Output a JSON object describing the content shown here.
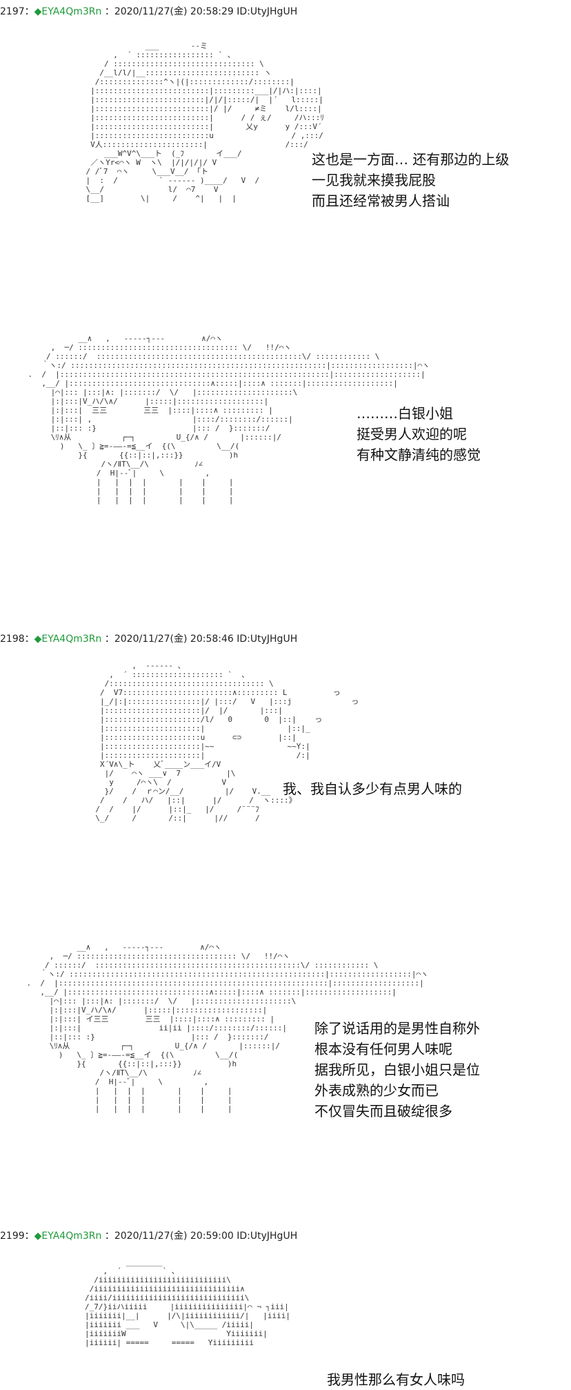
{
  "posts": [
    {
      "number": "2197",
      "separator": "：",
      "diamond": "◆",
      "trip": "EYA4Qm3Rn",
      "datetime": "：2020/11/27(金) 20:58:29",
      "id": "ID:UtyJHgUH"
    },
    {
      "number": "2198",
      "separator": "：",
      "diamond": "◆",
      "trip": "EYA4Qm3Rn",
      "datetime": "：2020/11/27(金) 20:58:46",
      "id": "ID:UtyJHgUH"
    },
    {
      "number": "2199",
      "separator": "：",
      "diamond": "◆",
      "trip": "EYA4Qm3Rn",
      "datetime": "：2020/11/27(金) 20:59:00",
      "id": "ID:UtyJHgUH"
    }
  ],
  "panels": [
    {
      "lines": [
        "这也是一方面… 还有那边的上级",
        "一见我就来摸我屁股",
        "而且还经常被男人搭讪"
      ]
    },
    {
      "lines": [
        "………白银小姐",
        "挺受男人欢迎的呢",
        "有种文静清纯的感觉"
      ]
    },
    {
      "lines": [
        "我、我自认多少有点男人味的"
      ]
    },
    {
      "lines": [
        "除了说话用的是男性自称外",
        "根本没有任何男人味呢",
        "据我所见，白银小姐只是位",
        "外表成熟的少女而已",
        "不仅冒失而且破绽很多"
      ]
    },
    {
      "lines": [
        "我男性那么有女人味吗"
      ]
    }
  ]
}
